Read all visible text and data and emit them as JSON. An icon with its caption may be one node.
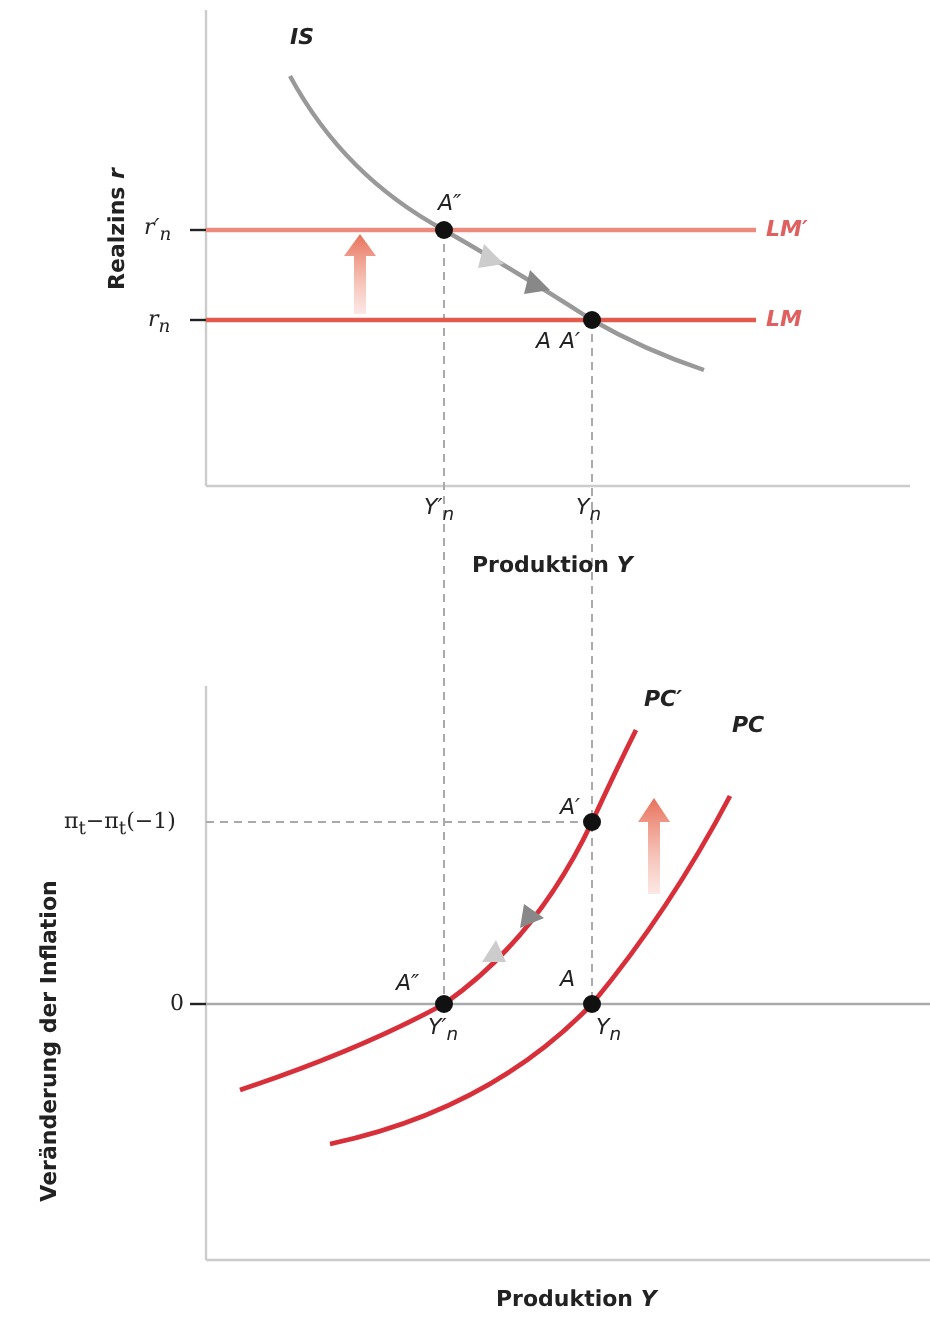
{
  "diagram": {
    "labels": [
      "IS",
      "A″",
      "r′$_{n}$",
      "LM′",
      "r$_{n}$",
      "LM",
      "A",
      "A′",
      "Realzins *r*",
      "Y′$_{n}$",
      "Y$_{n}$",
      "Produktion *Y*",
      "PC′",
      "PC",
      "A′",
      "π$_{t}$−π$_{t}$(−1)",
      "Veränderung der Inflation",
      "A″",
      "A",
      "0",
      "Y′$_{n}$",
      "Y$_{n}$",
      "Produktion *Y*"
    ]
  }
}
